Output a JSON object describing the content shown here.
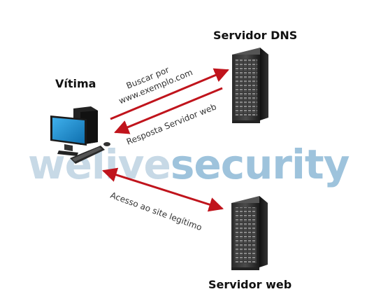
{
  "labels": {
    "victim": "Vítima",
    "dns_server": "Servidor DNS",
    "web_server": "Servidor web"
  },
  "arrows": {
    "query_line1": "Buscar por",
    "query_line2": "www.exemplo.com",
    "response": "Resposta Servidor web",
    "access": "Acesso ao site legítimo"
  },
  "watermark": {
    "part1": "welive",
    "part2": "security"
  },
  "icons": {
    "victim": "desktop-computer-icon",
    "dns_server": "server-rack-icon",
    "web_server": "server-rack-icon"
  },
  "colors": {
    "arrow": "#c0141c",
    "watermark_1": "#c7d9e6",
    "watermark_2": "#9ec3dc",
    "monitor_screen": "#1e8fd0"
  }
}
